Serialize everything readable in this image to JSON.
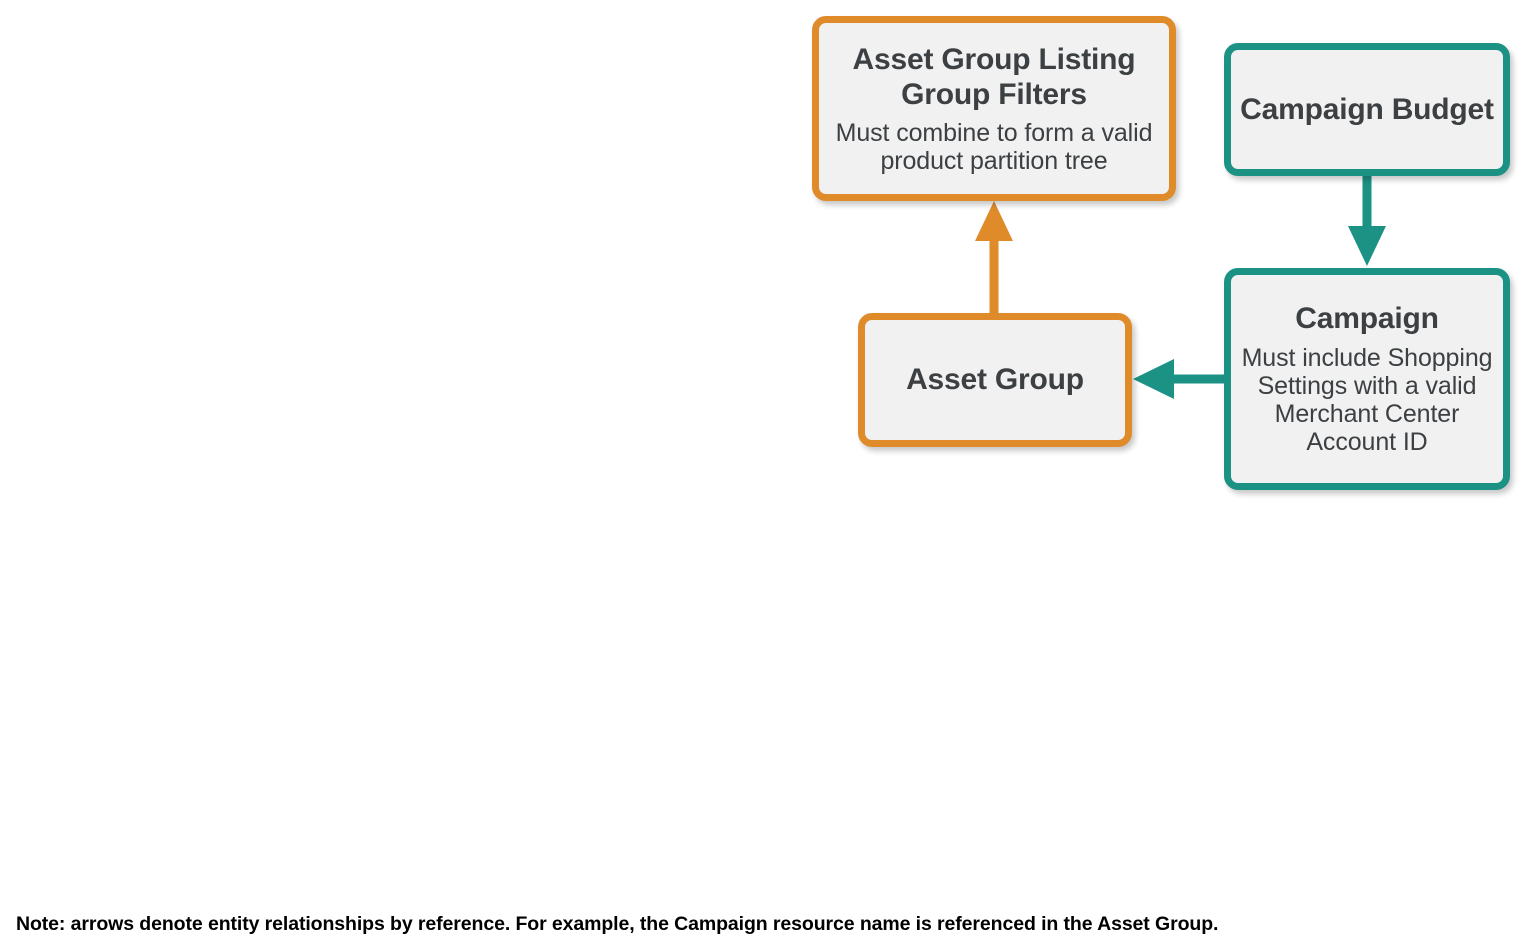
{
  "diagram": {
    "title_semantics": "Google Ads Performance Max entity relationship diagram",
    "background_color": "#ffffff",
    "nodes": [
      {
        "id": "asset-group-listing-group-filters",
        "title": "Asset Group Listing Group Filters",
        "subtitle": "Must combine to form a valid product partition tree",
        "border_color": "#e08b2a",
        "fill_color": "#f1f1f1",
        "text_color": "#3c4043"
      },
      {
        "id": "campaign-budget",
        "title": "Campaign Budget",
        "subtitle": "",
        "border_color": "#1c9285",
        "fill_color": "#f1f1f1",
        "text_color": "#3c4043"
      },
      {
        "id": "campaign",
        "title": "Campaign",
        "subtitle": "Must include Shopping Settings with a valid Merchant Center Account ID",
        "border_color": "#1c9285",
        "fill_color": "#f1f1f1",
        "text_color": "#3c4043"
      },
      {
        "id": "asset-group",
        "title": "Asset Group",
        "subtitle": "",
        "border_color": "#e08b2a",
        "fill_color": "#f1f1f1",
        "text_color": "#3c4043"
      }
    ],
    "edges": [
      {
        "id": "asset-group-to-listing-group-filters",
        "from": "asset-group",
        "to": "asset-group-listing-group-filters",
        "direction": "up",
        "color": "#e08b2a"
      },
      {
        "id": "campaign-budget-to-campaign",
        "from": "campaign-budget",
        "to": "campaign",
        "direction": "down",
        "color": "#1c9285"
      },
      {
        "id": "campaign-to-asset-group",
        "from": "campaign",
        "to": "asset-group",
        "direction": "left",
        "color": "#1c9285"
      }
    ],
    "note": "Note: arrows denote entity relationships by reference. For example, the Campaign resource name is referenced in the Asset Group."
  }
}
